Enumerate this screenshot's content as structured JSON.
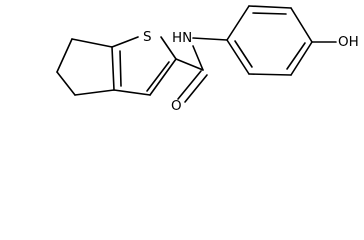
{
  "molecule": {
    "atom_labels": {
      "sulfur": "S",
      "amide_nitrogen": "HN",
      "carbonyl_oxygen": "O",
      "hydroxyl": "OH"
    }
  }
}
